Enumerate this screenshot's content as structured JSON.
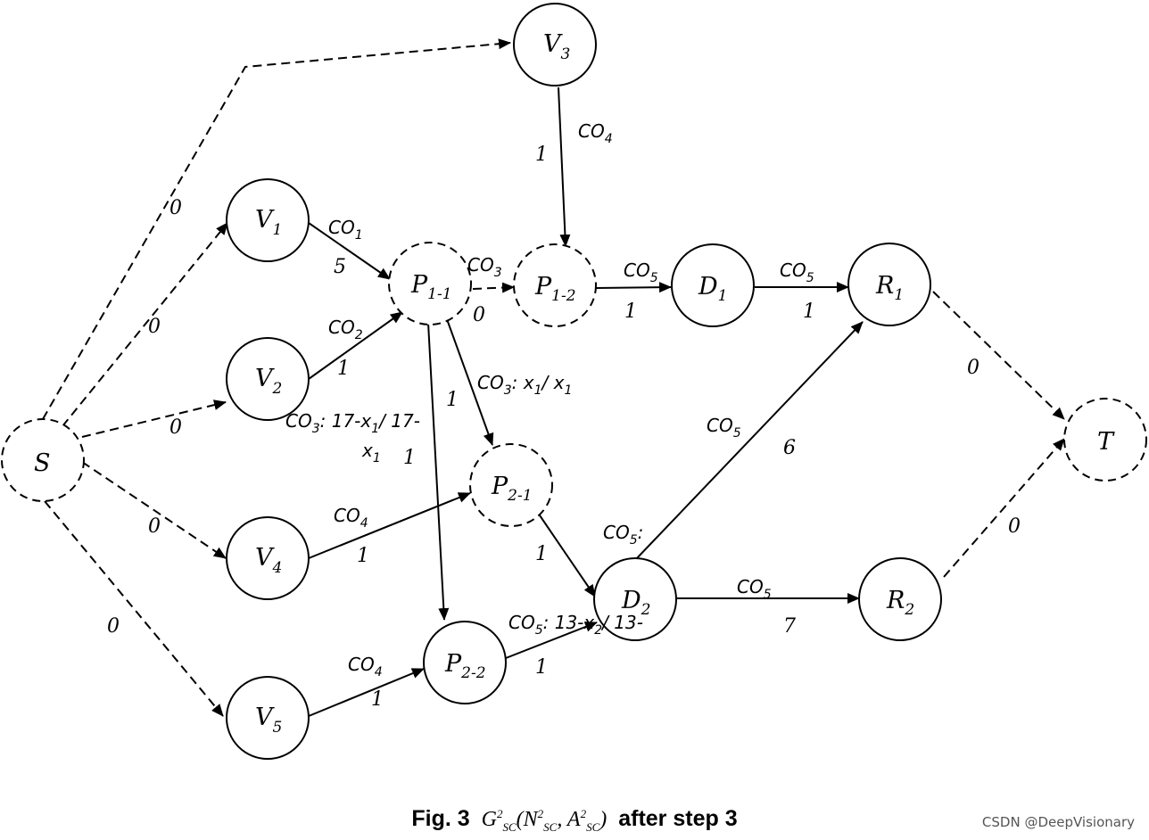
{
  "nodes": [
    {
      "id": "S",
      "main": "S",
      "sub": "",
      "dashed": true
    },
    {
      "id": "V3",
      "main": "V",
      "sub": "3",
      "dashed": false
    },
    {
      "id": "V1",
      "main": "V",
      "sub": "1",
      "dashed": false
    },
    {
      "id": "V2",
      "main": "V",
      "sub": "2",
      "dashed": false
    },
    {
      "id": "V4",
      "main": "V",
      "sub": "4",
      "dashed": false
    },
    {
      "id": "V5",
      "main": "V",
      "sub": "5",
      "dashed": false
    },
    {
      "id": "P11",
      "main": "P",
      "sub": "1-1",
      "dashed": true
    },
    {
      "id": "P12",
      "main": "P",
      "sub": "1-2",
      "dashed": true
    },
    {
      "id": "P21",
      "main": "P",
      "sub": "2-1",
      "dashed": true
    },
    {
      "id": "P22",
      "main": "P",
      "sub": "2-2",
      "dashed": false
    },
    {
      "id": "D1",
      "main": "D",
      "sub": "1",
      "dashed": false
    },
    {
      "id": "D2",
      "main": "D",
      "sub": "2",
      "dashed": false
    },
    {
      "id": "R1",
      "main": "R",
      "sub": "1",
      "dashed": false
    },
    {
      "id": "R2",
      "main": "R",
      "sub": "2",
      "dashed": false
    },
    {
      "id": "T",
      "main": "T",
      "sub": "",
      "dashed": true
    }
  ],
  "edges": [
    {
      "id": "S-V3",
      "from": "S",
      "to": "V3",
      "dashed": true
    },
    {
      "id": "S-V1",
      "from": "S",
      "to": "V1",
      "dashed": true
    },
    {
      "id": "S-V2",
      "from": "S",
      "to": "V2",
      "dashed": true
    },
    {
      "id": "S-V4",
      "from": "S",
      "to": "V4",
      "dashed": true
    },
    {
      "id": "S-V5",
      "from": "S",
      "to": "V5",
      "dashed": true
    },
    {
      "id": "V3-P12",
      "from": "V3",
      "to": "P12",
      "dashed": false
    },
    {
      "id": "V1-P11",
      "from": "V1",
      "to": "P11",
      "dashed": false
    },
    {
      "id": "V2-P11",
      "from": "V2",
      "to": "P11",
      "dashed": false
    },
    {
      "id": "P11-P12",
      "from": "P11",
      "to": "P12",
      "dashed": true
    },
    {
      "id": "P11-P21",
      "from": "P11",
      "to": "P21",
      "dashed": false
    },
    {
      "id": "P11-P22",
      "from": "P11",
      "to": "P22",
      "dashed": false
    },
    {
      "id": "V4-P21",
      "from": "V4",
      "to": "P21",
      "dashed": false
    },
    {
      "id": "V5-P22",
      "from": "V5",
      "to": "P22",
      "dashed": false
    },
    {
      "id": "P12-D1",
      "from": "P12",
      "to": "D1",
      "dashed": false
    },
    {
      "id": "P21-D2",
      "from": "P21",
      "to": "D2",
      "dashed": false
    },
    {
      "id": "P22-D2",
      "from": "P22",
      "to": "D2",
      "dashed": false
    },
    {
      "id": "D1-R1",
      "from": "D1",
      "to": "R1",
      "dashed": false
    },
    {
      "id": "D2-R1",
      "from": "D2",
      "to": "R1",
      "dashed": false
    },
    {
      "id": "D2-R2",
      "from": "D2",
      "to": "R2",
      "dashed": false
    },
    {
      "id": "R1-T",
      "from": "R1",
      "to": "T",
      "dashed": true
    },
    {
      "id": "R2-T",
      "from": "R2",
      "to": "T",
      "dashed": true
    }
  ],
  "labels": {
    "s_v3_cost": "0",
    "s_v1_cost": "0",
    "s_v2_cost": "0",
    "s_v4_cost": "0",
    "s_v5_cost": "0",
    "v3_p12_co": "CO",
    "v3_p12_co_sub": "4",
    "v3_p12_cost": "1",
    "v1_p11_co": "CO",
    "v1_p11_co_sub": "1",
    "v1_p11_cost": "5",
    "v2_p11_co": "CO",
    "v2_p11_co_sub": "2",
    "v2_p11_cost": "1",
    "p11_p12_co": "CO",
    "p11_p12_co_sub": "3",
    "p11_p12_cost": "0",
    "p11_p21_co_prefix": "CO",
    "p11_p21_co_sub": "3",
    "p11_p21_co_rest": ": x",
    "p11_p21_x_sub": "1",
    "p11_p21_co_tail": "/ x",
    "p11_p21_x_sub2": "1",
    "p11_p22_cost_top": "1",
    "p11_p22_co_prefix": "CO",
    "p11_p22_co_sub": "3",
    "p11_p22_co_rest": ":  17-x",
    "p11_p22_x_sub": "1",
    "p11_p22_co_tail": "/ 17-",
    "p11_p22_co_line2": "x",
    "p11_p22_co_line2_sub": "1",
    "p11_p22_cost": "1",
    "v4_p21_co": "CO",
    "v4_p21_co_sub": "4",
    "v4_p21_cost": "1",
    "v5_p22_co": "CO",
    "v5_p22_co_sub": "4",
    "v5_p22_cost": "1",
    "p12_d1_co": "CO",
    "p12_d1_co_sub": "5",
    "p12_d1_cost": "1",
    "p21_d2_cost": "1",
    "p22_d2_co_prefix": "CO",
    "p22_d2_co_sub": "5",
    "p22_d2_co_rest": ":  13-x",
    "p22_d2_x_sub": "2",
    "p22_d2_co_tail": "/ 13-",
    "p22_d2_cost": "1",
    "d1_r1_co": "CO",
    "d1_r1_co_sub": "5",
    "d1_r1_cost": "1",
    "d2_r1_co": "CO",
    "d2_r1_co_sub": "5",
    "d2_r1_cost": "6",
    "d2_co5_prefix": "CO",
    "d2_co5_sub": "5",
    "d2_co5_colon": ":",
    "d2_r2_co": "CO",
    "d2_r2_co_sub": "5",
    "d2_r2_cost": "7",
    "r1_t_cost": "0",
    "r2_t_cost": "0"
  },
  "caption": {
    "prefix": "Fig. 3",
    "g": "G",
    "g_sup": "2",
    "g_sub": "SC",
    "n": "N",
    "n_sup": "2",
    "n_sub": "SC",
    "a": "A",
    "a_sup": "2",
    "a_sub": "SC",
    "suffix": "after step 3"
  },
  "watermark": "CSDN @DeepVisionary"
}
